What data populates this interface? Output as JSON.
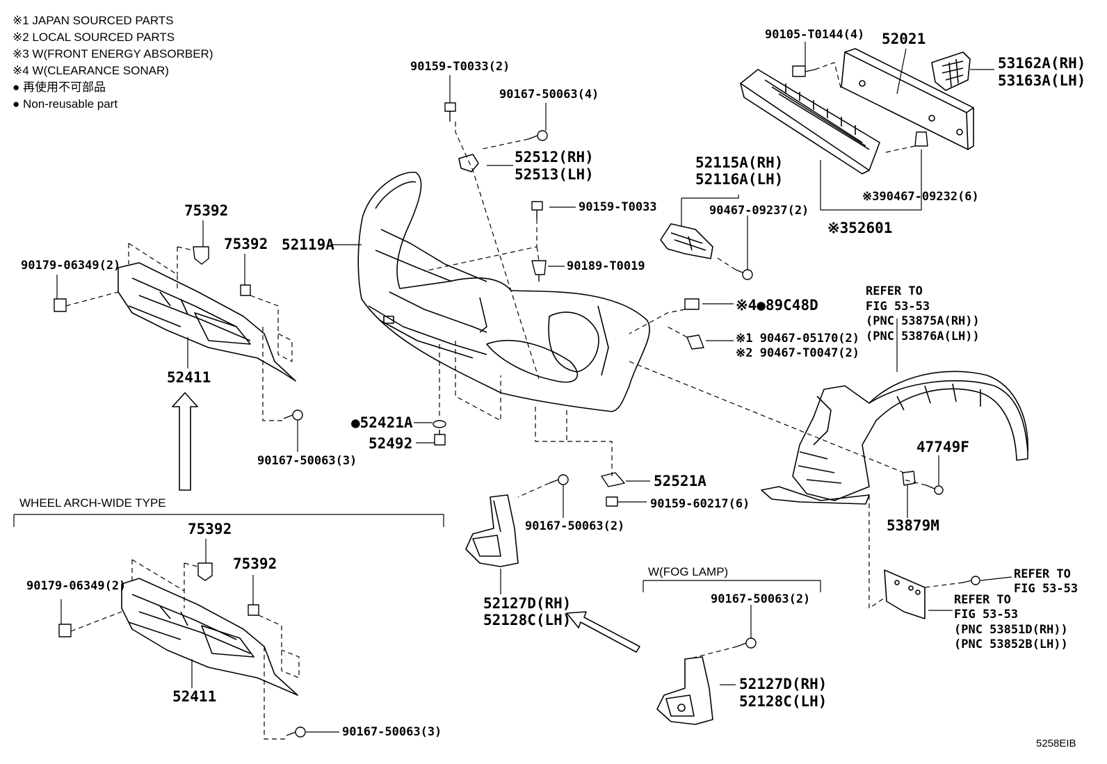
{
  "legend": [
    "※1 JAPAN SOURCED PARTS",
    "※2 LOCAL SOURCED PARTS",
    "※3 W(FRONT ENERGY ABSORBER)",
    "※4 W(CLEARANCE SONAR)",
    "● 再使用不可部品",
    "● Non-reusable part"
  ],
  "labels": {
    "p90159_T0033_2": "90159-T0033(2)",
    "p90167_50063_4": "90167-50063(4)",
    "p52512": "52512(RH)",
    "p52513": "52513(LH)",
    "p90159_T0033": "90159-T0033",
    "p90189_T0019": "90189-T0019",
    "p52119A": "52119A",
    "p90105_T0144": "90105-T0144(4)",
    "p52021": "52021",
    "p53162A": "53162A(RH)",
    "p53163A": "53163A(LH)",
    "p52115A": "52115A(RH)",
    "p52116A": "52116A(LH)",
    "p90467_09237": "90467-09237(2)",
    "p90467_09232": "※390467-09232(6)",
    "p52601": "※352601",
    "p89C48D": "※4●89C48D",
    "p90467_05170": "※1 90467-05170(2)",
    "p90467_T0047": "※2 90467-T0047(2)",
    "refer1_a": "REFER TO",
    "refer1_b": "FIG 53-53",
    "refer1_c": "(PNC 53875A(RH))",
    "refer1_d": "(PNC 53876A(LH))",
    "p75392_a": "75392",
    "p75392_b": "75392",
    "p90179_06349_a": "90179-06349(2)",
    "p52411_a": "52411",
    "p90167_50063_3a": "90167-50063(3)",
    "p52421A": "●52421A",
    "p52492": "52492",
    "p52521A": "52521A",
    "p90159_60217": "90159-60217(6)",
    "p90167_50063_2a": "90167-50063(2)",
    "p47749F": "47749F",
    "p53879M": "53879M",
    "wheel_arch": "WHEEL ARCH-WIDE TYPE",
    "p75392_c": "75392",
    "p75392_d": "75392",
    "p90179_06349_b": "90179-06349(2)",
    "p52411_b": "52411",
    "p90167_50063_3b": "90167-50063(3)",
    "p52127D_a": "52127D(RH)",
    "p52128C_a": "52128C(LH)",
    "fog_lamp": "W(FOG LAMP)",
    "p90167_50063_2b": "90167-50063(2)",
    "p52127D_b": "52127D(RH)",
    "p52128C_b": "52128C(LH)",
    "refer2_a": "REFER TO",
    "refer2_b": "FIG 53-53",
    "refer3_a": "REFER TO",
    "refer3_b": "FIG 53-53",
    "refer3_c": "(PNC 53851D(RH))",
    "refer3_d": "(PNC 53852B(LH))",
    "code": "5258EIB"
  }
}
